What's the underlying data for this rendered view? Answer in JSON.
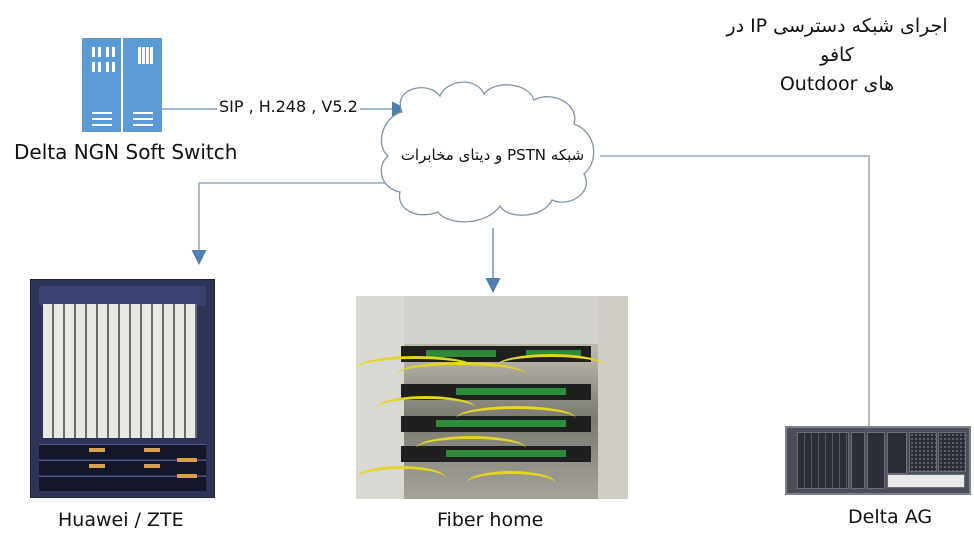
{
  "title": {
    "line1": "اجرای شبکه دسترسی IP در کافو",
    "line2": "های Outdoor"
  },
  "nodes": {
    "soft_switch": {
      "label": "Delta NGN Soft Switch",
      "icon": "server-rack-icon"
    },
    "cloud": {
      "label": "شبکه PSTN و دیتای مخابرات",
      "icon": "cloud-icon"
    },
    "huawei_zte": {
      "label": "Huawei / ZTE",
      "icon": "access-rack-image"
    },
    "fiber_home": {
      "label": "Fiber home",
      "icon": "fiber-patch-panel-image"
    },
    "delta_ag": {
      "label": "Delta AG",
      "icon": "access-gateway-image"
    }
  },
  "links": [
    {
      "from": "soft_switch",
      "to": "cloud",
      "label": "SIP , H.248  , V5.2"
    },
    {
      "from": "cloud",
      "to": "huawei_zte",
      "label": ""
    },
    {
      "from": "cloud",
      "to": "fiber_home",
      "label": ""
    },
    {
      "from": "cloud",
      "to": "delta_ag",
      "label": ""
    }
  ],
  "colors": {
    "line": "#5b86b0",
    "server_blue": "#5b9bd5",
    "cloud_stroke": "#7f95aa"
  }
}
